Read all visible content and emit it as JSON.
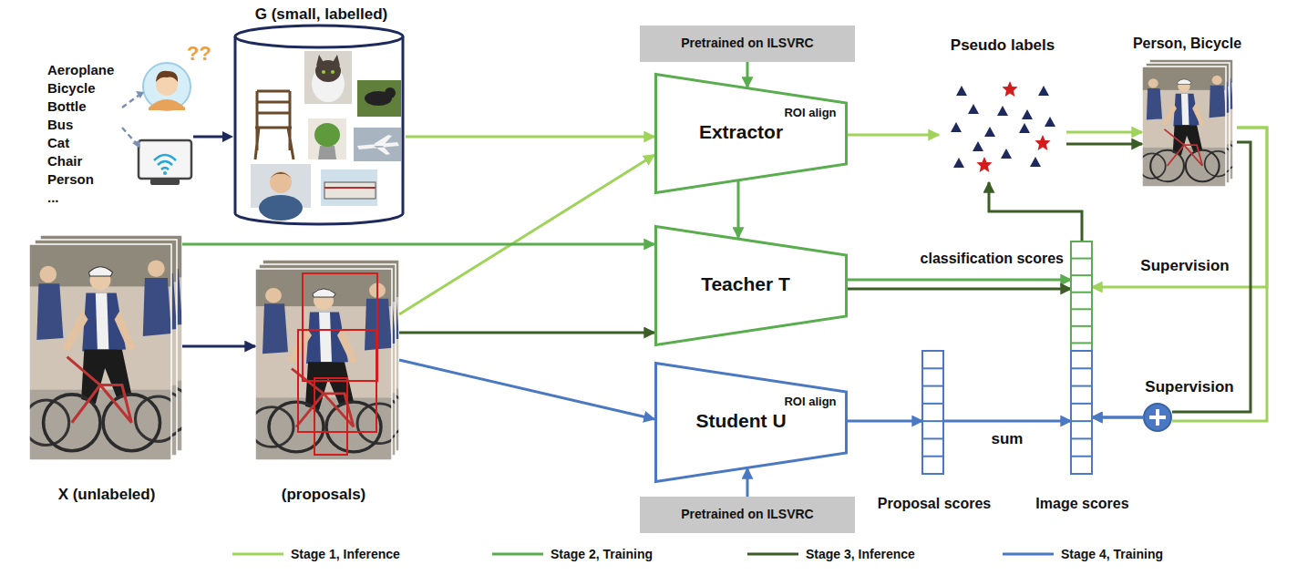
{
  "diagram": {
    "nodes": [
      {
        "text": [
          "G (small, labelled)"
        ]
      },
      {
        "text": [
          "Pretrained on ILSVRC"
        ]
      },
      {
        "text": [
          "Extractor",
          "ROI align"
        ]
      },
      {
        "text": [
          "Pseudo labels"
        ]
      },
      {
        "text": [
          "Person, Bicycle"
        ]
      },
      {
        "text": [
          "X (unlabeled)"
        ]
      },
      {
        "text": [
          "(proposals)"
        ]
      },
      {
        "text": [
          "Teacher T"
        ]
      },
      {
        "text": [
          "classification scores"
        ]
      },
      {
        "text": [
          "Student U",
          "ROI align"
        ]
      },
      {
        "text": [
          "Pretrained on ILSVRC"
        ]
      },
      {
        "text": [
          "Proposal scores"
        ]
      },
      {
        "text": [
          "Image scores"
        ]
      }
    ],
    "edges": [
      {
        "from": 0,
        "to": 2,
        "arrow": "to"
      },
      {
        "from": 1,
        "to": 2,
        "arrow": "to"
      },
      {
        "from": 6,
        "to": 2,
        "arrow": "to"
      },
      {
        "from": 2,
        "to": 3,
        "arrow": "to"
      },
      {
        "from": 2,
        "to": 7,
        "arrow": "to"
      },
      {
        "from": 5,
        "to": 7,
        "arrow": "to"
      },
      {
        "from": 5,
        "to": 6,
        "arrow": "to"
      },
      {
        "from": 6,
        "to": 7,
        "arrow": "to"
      },
      {
        "from": 6,
        "to": 9,
        "arrow": "to"
      },
      {
        "from": 10,
        "to": 9,
        "arrow": "to"
      },
      {
        "from": 7,
        "to": 8,
        "arrow": "to"
      },
      {
        "from": 7,
        "to": 8,
        "arrow": "to"
      },
      {
        "from": 8,
        "to": 3,
        "arrow": "to"
      },
      {
        "from": 3,
        "to": 4,
        "arrow": "to"
      },
      {
        "from": 3,
        "to": 4,
        "arrow": "to"
      },
      {
        "from": 4,
        "to": 8,
        "label": "Supervision",
        "arrow": "to"
      },
      {
        "from": 4,
        "to": 12,
        "label": "Supervision",
        "arrow": "to"
      },
      {
        "from": 4,
        "to": 12,
        "arrow": "to"
      },
      {
        "from": 9,
        "to": 11,
        "arrow": "to"
      },
      {
        "from": 11,
        "to": 12,
        "label": "sum",
        "arrow": "to"
      }
    ],
    "labels": [
      "Aeroplane",
      "Bicycle",
      "Bottle",
      "Bus",
      "Cat",
      "Chair",
      "Person",
      "...",
      "??"
    ],
    "legend": [
      {
        "text": "Stage 1, Inference"
      },
      {
        "text": "Stage 2, Training"
      },
      {
        "text": "Stage 3, Inference"
      },
      {
        "text": "Stage 4, Training"
      }
    ]
  }
}
